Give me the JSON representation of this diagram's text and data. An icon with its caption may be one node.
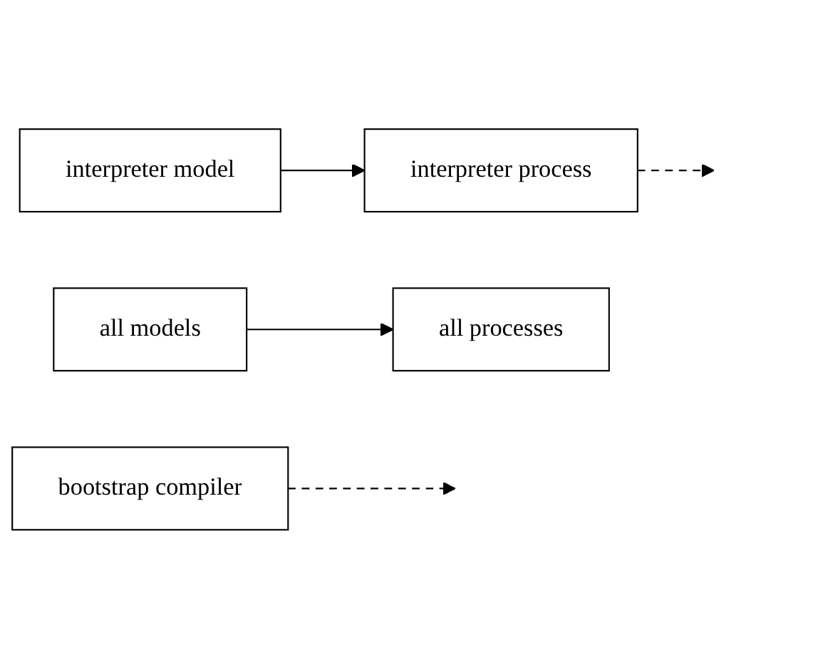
{
  "diagram": {
    "nodes": [
      {
        "text": [
          "bootstrap compiler"
        ]
      },
      {
        "text": [
          "interpreter model"
        ]
      },
      {
        "text": [
          "interpreter process"
        ]
      },
      {
        "text": [
          "all models"
        ]
      },
      {
        "text": [
          "all processes"
        ]
      }
    ],
    "edges": [
      {
        "from": 0,
        "to": null,
        "arrow": "to",
        "style": "dashed"
      },
      {
        "from": 1,
        "to": 2,
        "arrow": "to"
      },
      {
        "from": 2,
        "to": null,
        "arrow": "to",
        "style": "dashed"
      },
      {
        "from": 3,
        "to": 4,
        "arrow": "to"
      }
    ]
  }
}
